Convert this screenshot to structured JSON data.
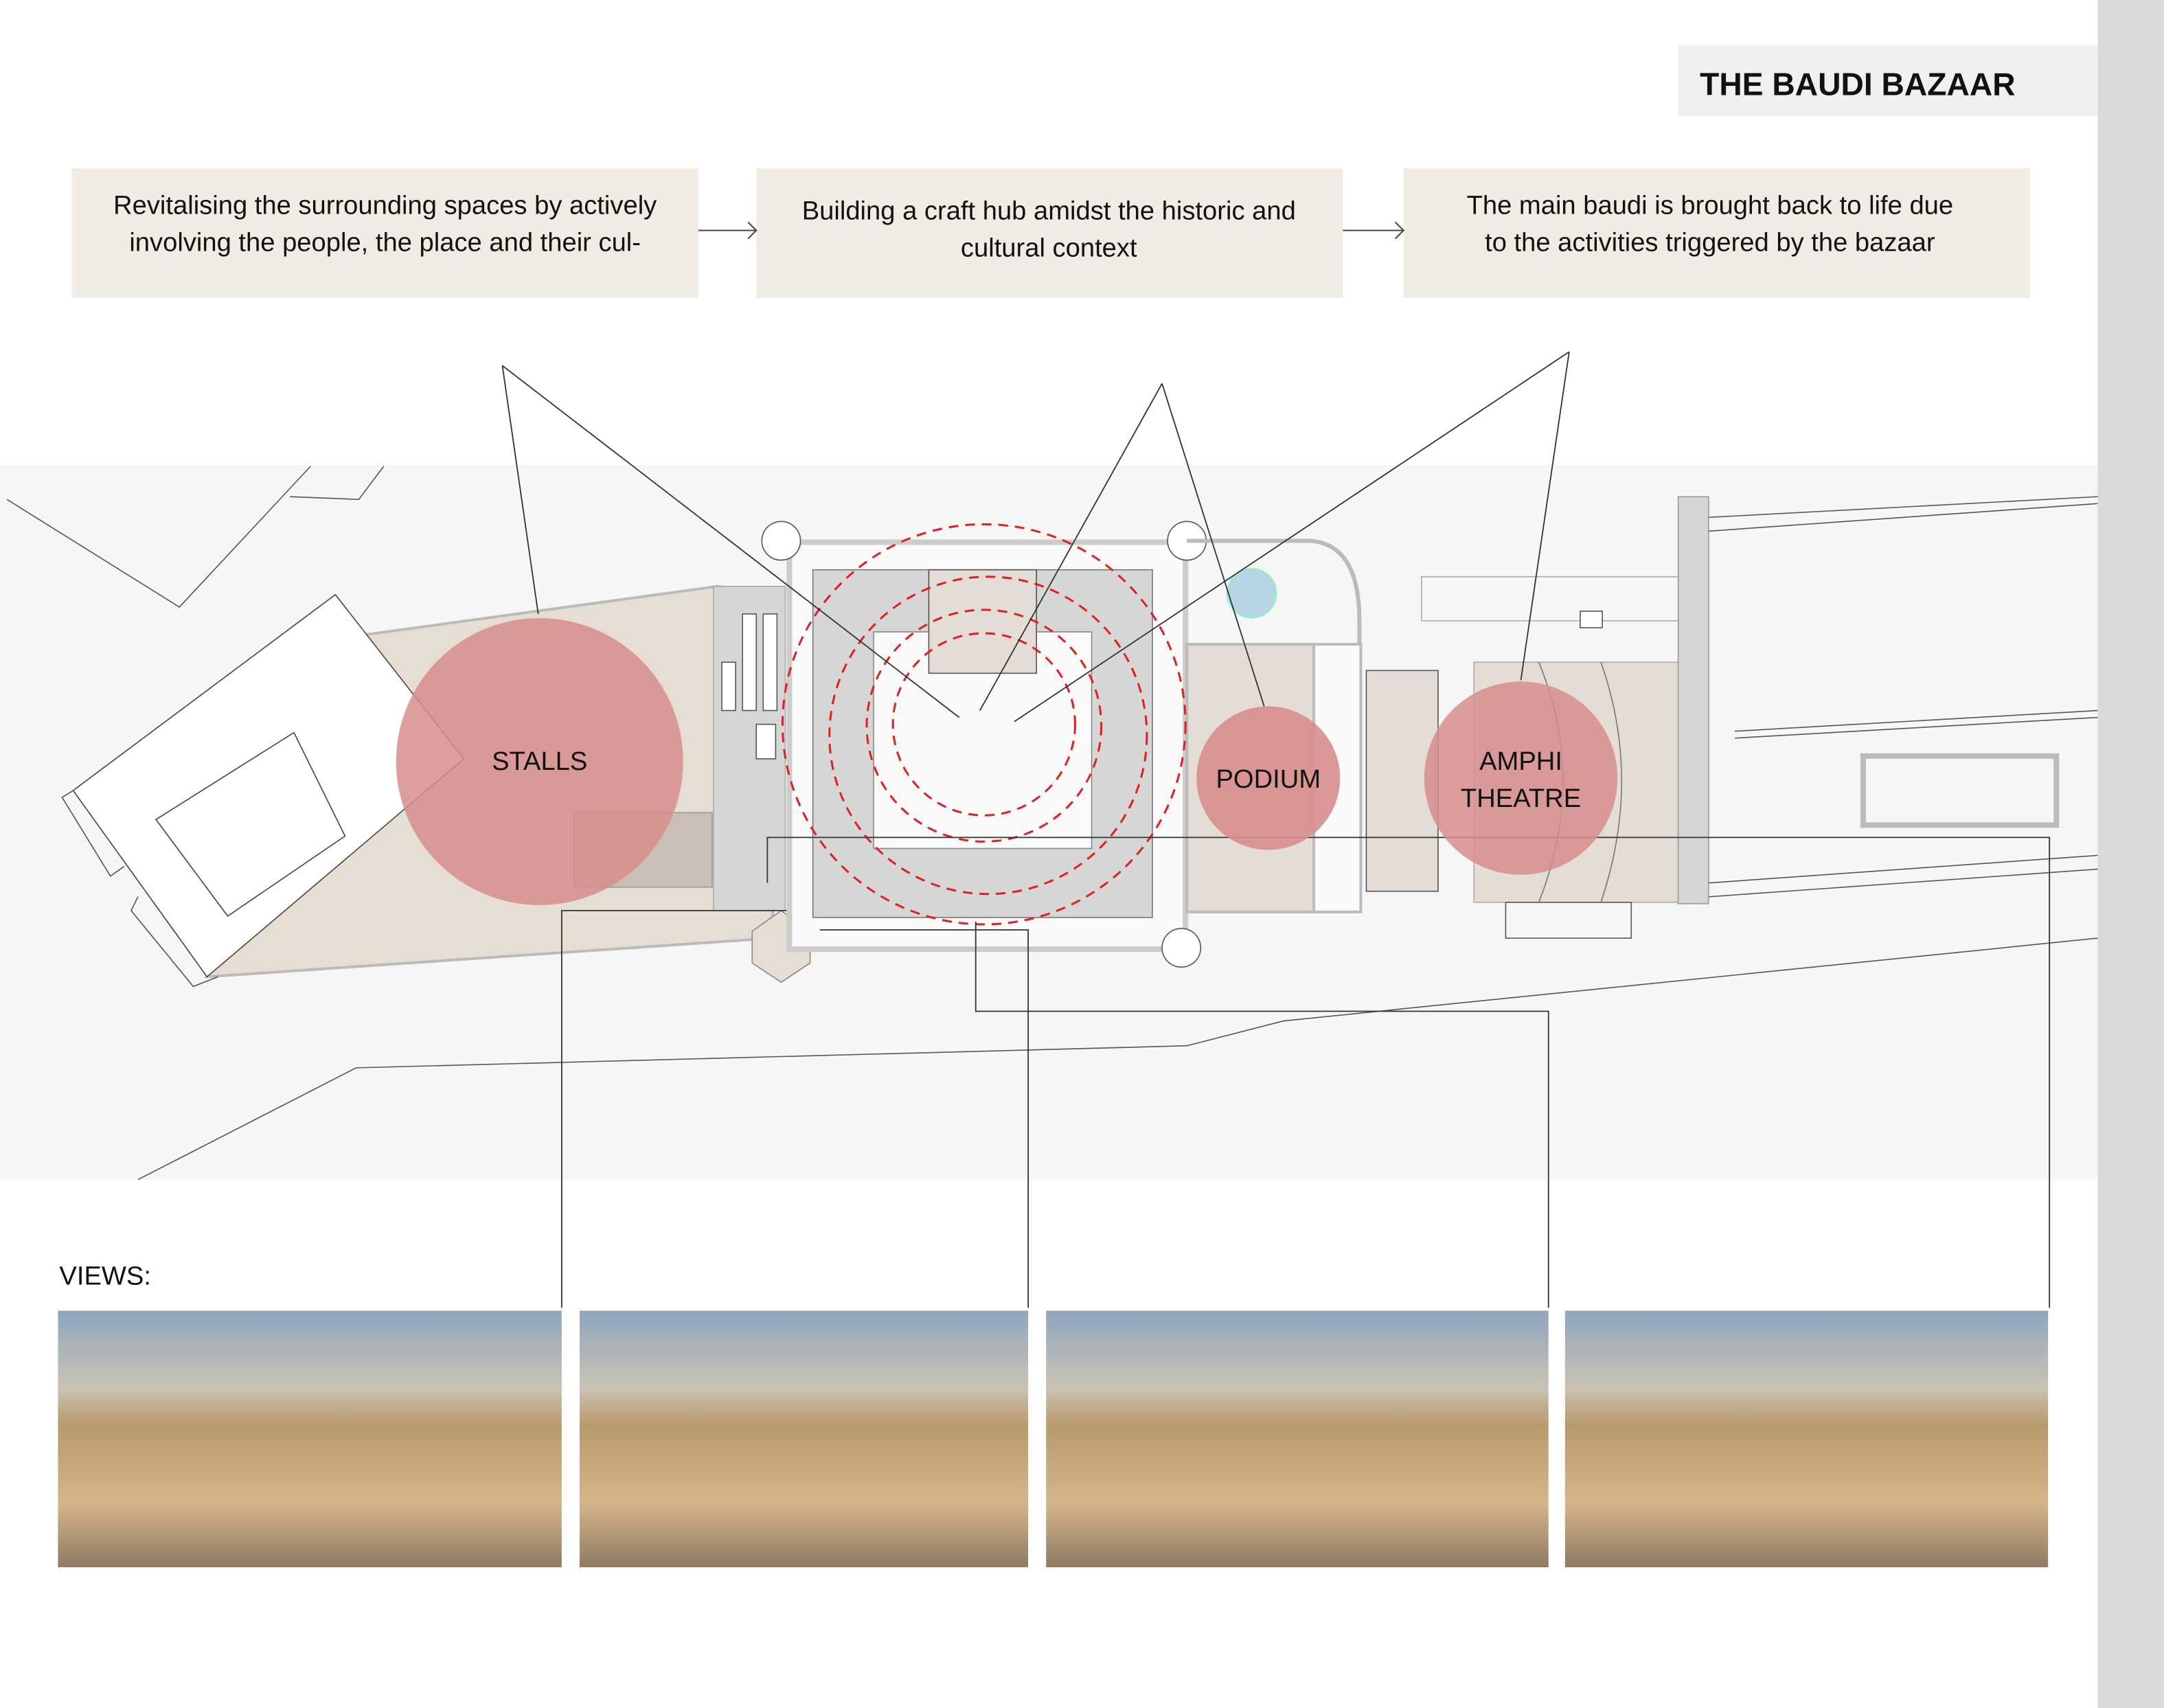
{
  "title": "THE BAUDI BAZAAR",
  "concepts": [
    {
      "line1": "Revitalising the surrounding spaces by actively",
      "line2": "involving the people, the place and their cul-"
    },
    {
      "line1": "Building a craft hub amidst the historic and",
      "line2": "cultural context"
    },
    {
      "line1": "The main baudi is brought back to life due",
      "line2": "to the activities triggered by the bazaar"
    }
  ],
  "zones": {
    "stalls": "STALLS",
    "podium": "PODIUM",
    "amphi_line1": "AMPHI",
    "amphi_line2": "THEATRE"
  },
  "views_label": "VIEWS:",
  "colors": {
    "zone_circle": "#d68d8d",
    "box_bg": "#f0ece4",
    "title_bg": "#f0f0f0",
    "side_bar": "#d9d9d9",
    "dashed": "#e02020",
    "site_bg": "#f6f6f6"
  }
}
